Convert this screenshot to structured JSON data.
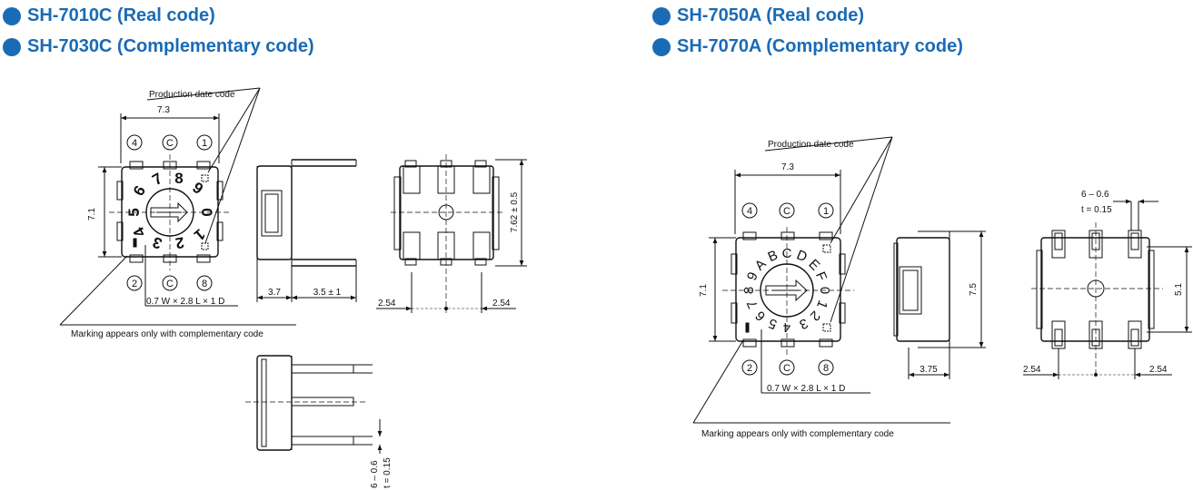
{
  "headings": {
    "left_1": "SH-7010C (Real code)",
    "left_2": "SH-7030C (Complementary code)",
    "right_1": "SH-7050A (Real code)",
    "right_2": "SH-7070A (Complementary code)"
  },
  "left": {
    "production_date_label": "Production date code",
    "width_dim": "7.3",
    "height_dim": "7.1",
    "pins_top": [
      "4",
      "C",
      "1"
    ],
    "pins_bottom": [
      "2",
      "C",
      "8"
    ],
    "dial_digits": [
      "8",
      "9",
      "0",
      "1",
      "2",
      "3",
      "4",
      "5",
      "6",
      "7"
    ],
    "marking_box": "0.7 W × 2.8 L × 1 D",
    "marking_note": "Marking appears only with complementary code",
    "side_dims": [
      "3.7",
      "3.5 ± 1"
    ],
    "height_dim_side": "7.62 ± 0.5",
    "pitch_dims": [
      "2.54",
      "2.54"
    ],
    "pin_dims": [
      "6 – 0.6",
      "t = 0.15"
    ]
  },
  "right": {
    "production_date_label": "Production date code",
    "width_dim": "7.3",
    "height_dim": "7.1",
    "pins_top": [
      "4",
      "C",
      "1"
    ],
    "pins_bottom": [
      "2",
      "C",
      "8"
    ],
    "dial_chars": [
      "0",
      "1",
      "2",
      "3",
      "4",
      "5",
      "6",
      "7",
      "8",
      "9",
      "A",
      "B",
      "C",
      "D",
      "E",
      "F"
    ],
    "marking_box": "0.7 W × 2.8 L × 1 D",
    "marking_note": "Marking appears only with complementary code",
    "side_height_dim": "7.5",
    "side_depth_dim": "3.75",
    "pin_dims": [
      "6 – 0.6",
      "t = 0.15"
    ],
    "back_height_dim": "5.1",
    "pitch_dims": [
      "2.54",
      "2.54"
    ]
  }
}
